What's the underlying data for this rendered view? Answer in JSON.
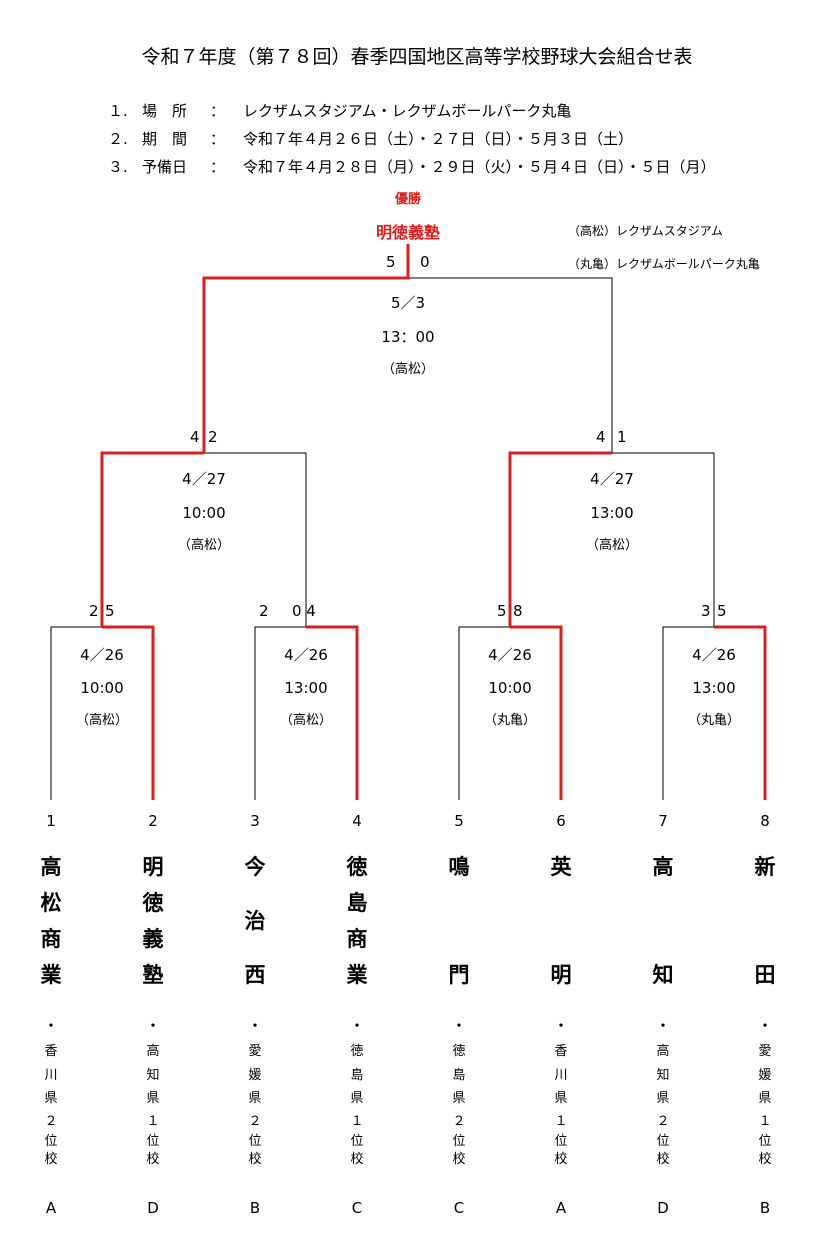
{
  "title": "令和７年度（第７８回）春季四国地区高等学校野球大会組合せ表",
  "info": [
    {
      "num": "１.",
      "label": "場　所",
      "sep": "：",
      "value": "レクザムスタジアム・レクザムボールパーク丸亀"
    },
    {
      "num": "２.",
      "label": "期　間",
      "sep": "：",
      "value": "令和７年４月２６日（土）・２７日（日）・５月３日（土）"
    },
    {
      "num": "３.",
      "label": "予備日",
      "sep": "：",
      "value": "令和７年４月２８日（月）・２９日（火）・５月４日（日）・５日（月）"
    }
  ],
  "winner_label": "優勝",
  "champion": "明徳義塾",
  "legend": [
    "（高松）レクザムスタジアム",
    "（丸亀）レクザムボールパーク丸亀"
  ],
  "colors": {
    "winner_line": "#d81e1e",
    "line": "#000000"
  },
  "final": {
    "score_left": "5",
    "score_right": "0",
    "date": "5／3",
    "time": "13：00",
    "venue": "（高松）"
  },
  "semifinals": [
    {
      "score_left": "4",
      "score_right": "2",
      "date": "4／27",
      "time": "10:00",
      "venue": "（高松）"
    },
    {
      "score_left": "4",
      "score_right": "1",
      "date": "4／27",
      "time": "13:00",
      "venue": "（高松）"
    }
  ],
  "quarterfinals": [
    {
      "score_left": "2",
      "score_right": "5",
      "date": "4／26",
      "time": "10:00",
      "venue": "（高松）"
    },
    {
      "score_left": "2",
      "score_right": "0 4",
      "date": "4／26",
      "time": "13:00",
      "venue": "（高松）"
    },
    {
      "score_left": "5",
      "score_right": "8",
      "date": "4／26",
      "time": "10:00",
      "venue": "（丸亀）"
    },
    {
      "score_left": "3",
      "score_right": "5",
      "date": "4／26",
      "time": "13:00",
      "venue": "（丸亀）"
    }
  ],
  "teams": [
    {
      "seed": "1",
      "name": [
        "高",
        "松",
        "商",
        "業"
      ],
      "pref": [
        "香",
        "川",
        "県"
      ],
      "rank": [
        "２",
        "位",
        "校"
      ],
      "block": "A"
    },
    {
      "seed": "2",
      "name": [
        "明",
        "徳",
        "義",
        "塾"
      ],
      "pref": [
        "高",
        "知",
        "県"
      ],
      "rank": [
        "１",
        "位",
        "校"
      ],
      "block": "D"
    },
    {
      "seed": "3",
      "name": [
        "今",
        "治",
        "西"
      ],
      "pref": [
        "愛",
        "媛",
        "県"
      ],
      "rank": [
        "２",
        "位",
        "校"
      ],
      "block": "B"
    },
    {
      "seed": "4",
      "name": [
        "徳",
        "島",
        "商",
        "業"
      ],
      "pref": [
        "徳",
        "島",
        "県"
      ],
      "rank": [
        "１",
        "位",
        "校"
      ],
      "block": "C"
    },
    {
      "seed": "5",
      "name": [
        "鳴",
        "門"
      ],
      "pref": [
        "徳",
        "島",
        "県"
      ],
      "rank": [
        "２",
        "位",
        "校"
      ],
      "block": "C"
    },
    {
      "seed": "6",
      "name": [
        "英",
        "明"
      ],
      "pref": [
        "香",
        "川",
        "県"
      ],
      "rank": [
        "１",
        "位",
        "校"
      ],
      "block": "A"
    },
    {
      "seed": "7",
      "name": [
        "高",
        "知"
      ],
      "pref": [
        "高",
        "知",
        "県"
      ],
      "rank": [
        "２",
        "位",
        "校"
      ],
      "block": "D"
    },
    {
      "seed": "8",
      "name": [
        "新",
        "田"
      ],
      "pref": [
        "愛",
        "媛",
        "県"
      ],
      "rank": [
        "１",
        "位",
        "校"
      ],
      "block": "B"
    }
  ]
}
